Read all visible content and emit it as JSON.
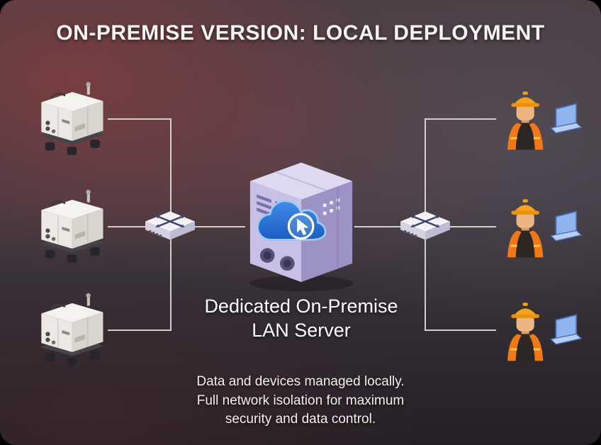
{
  "title": "ON-PREMISE VERSION: LOCAL DEPLOYMENT",
  "server_label": {
    "line1": "Dedicated On-Premise",
    "line2": "LAN Server"
  },
  "caption": {
    "line1": "Data and devices managed locally.",
    "line2": "Full network isolation for maximum",
    "line3": "security and data control."
  },
  "icons": {
    "machine": "industrial-machine-icon",
    "switch_left": "network-switch-icon",
    "switch_right": "network-switch-icon",
    "server": "on-premise-server-icon",
    "cloud": "cloud-cursor-icon",
    "worker": "worker-with-laptop-icon"
  },
  "colors": {
    "background_top_left": "#803e40",
    "background_bottom": "#241f25",
    "connector_line": "#dcd7d0",
    "title_text": "#f6f4f0",
    "cloud_blue": "#2a74d8",
    "server_purple": "#c9c0e8",
    "helmet_orange": "#f6a21a",
    "vest_orange": "#f07818",
    "laptop_blue": "#8fb4ee"
  }
}
